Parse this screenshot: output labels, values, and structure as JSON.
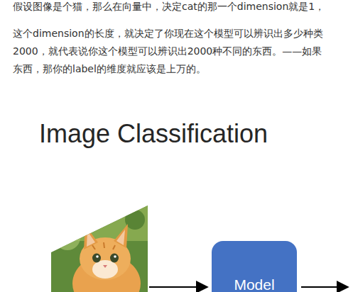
{
  "diagram": {
    "title": "Image Classification",
    "nodes": [
      {
        "text": [
          "Model"
        ]
      }
    ],
    "labels": [
      "假设图像是个猫，那么在向量中，决定cat的那一个dimension就是1，",
      "这个dimension的长度，就决定了你现在这个模型可以辨识出多少种类",
      "2000，就代表说你这个模型可以辨识出2000种不同的东西。——如果",
      "东西，那你的label的维度就应该是上万的。"
    ]
  }
}
